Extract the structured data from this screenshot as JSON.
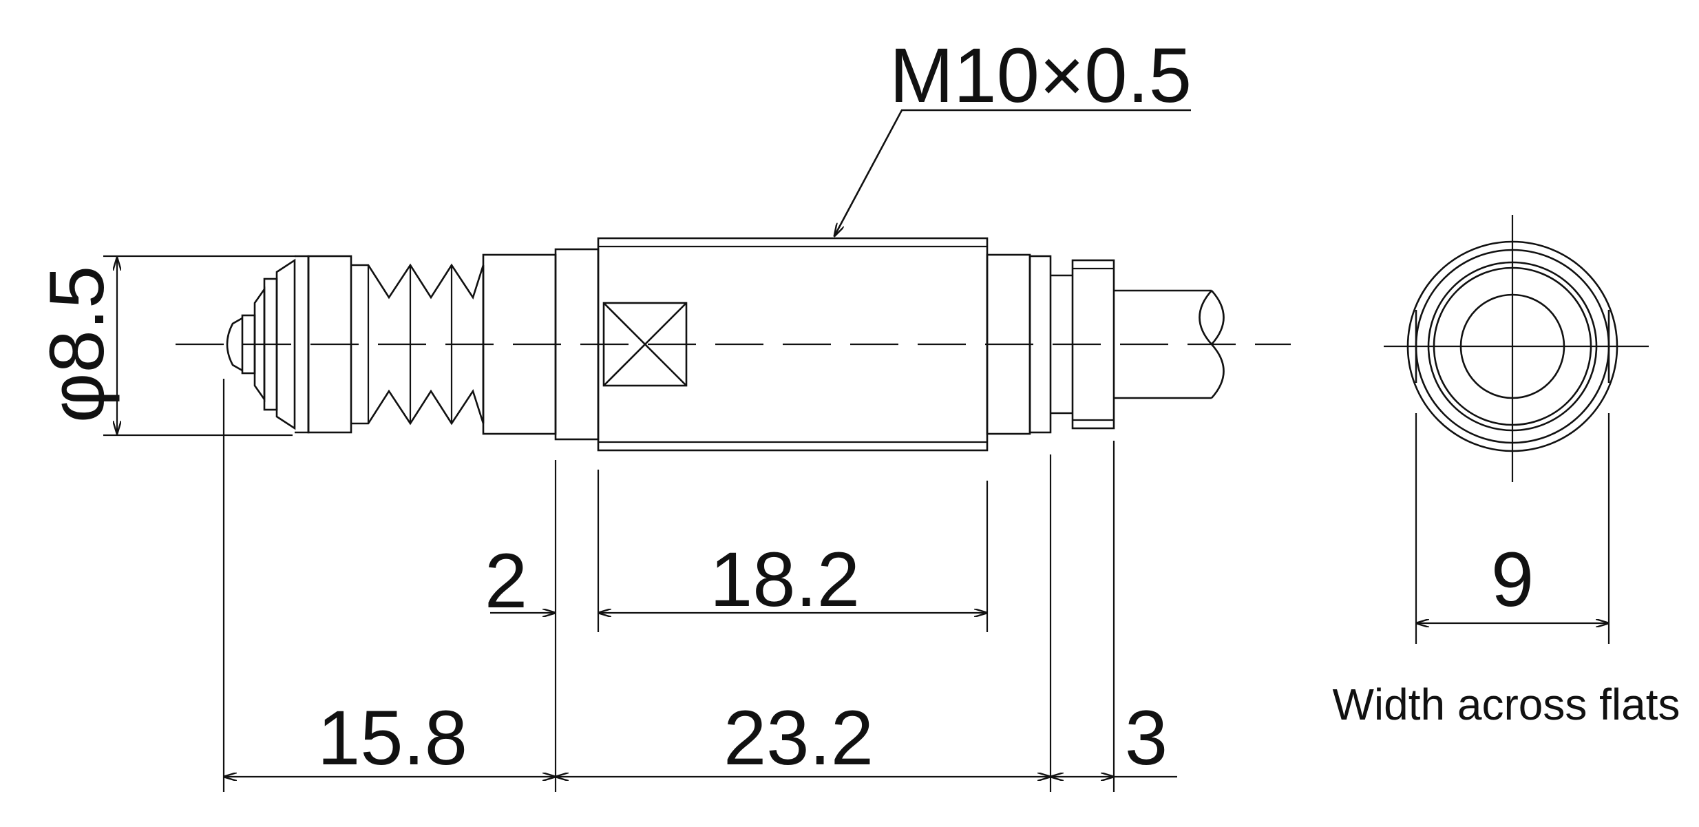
{
  "drawing": {
    "thread_callout": "M10×0.5",
    "diameter_label": "φ8.5",
    "dim_collar": "2",
    "dim_thread_length": "18.2",
    "dim_tip_length": "15.8",
    "dim_body_length": "23.2",
    "dim_end_length": "3",
    "dim_width_across_flats": "9",
    "flats_caption": "Width across flats"
  },
  "colors": {
    "line": "#111111",
    "background": "#ffffff"
  }
}
